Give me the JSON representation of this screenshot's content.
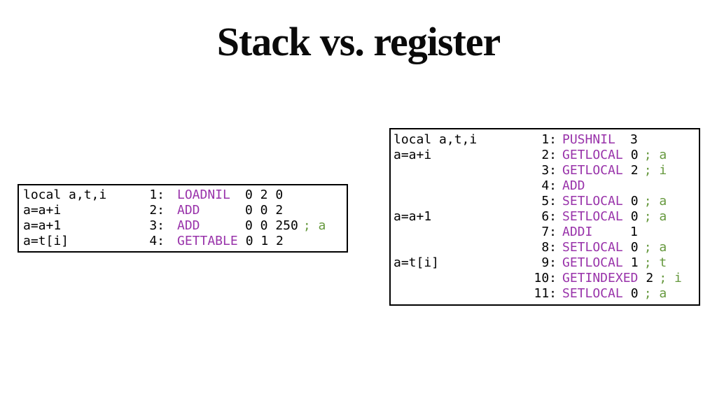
{
  "slide": {
    "title": "Stack vs. register"
  },
  "colors": {
    "background": "#ffffff",
    "text": "#000000",
    "opcode": "#9933aa",
    "comment": "#66993e",
    "box_border": "#000000"
  },
  "register_code": {
    "lines": [
      {
        "src": "local a,t,i",
        "num": "1:",
        "op": "LOADNIL",
        "args": "0 2 0",
        "comment": ""
      },
      {
        "src": "a=a+i",
        "num": "2:",
        "op": "ADD",
        "args": "0 0 2",
        "comment": ""
      },
      {
        "src": "a=a+1",
        "num": "3:",
        "op": "ADD",
        "args": "0 0 250",
        "comment": "; a"
      },
      {
        "src": "a=t[i]",
        "num": "4:",
        "op": "GETTABLE",
        "args": "0 1 2",
        "comment": ""
      }
    ]
  },
  "stack_code": {
    "lines": [
      {
        "src": "local a,t,i",
        "num": "1:",
        "op": "PUSHNIL",
        "args": "3",
        "comment": ""
      },
      {
        "src": "a=a+i",
        "num": "2:",
        "op": "GETLOCAL",
        "args": "0",
        "comment": "; a"
      },
      {
        "src": "",
        "num": "3:",
        "op": "GETLOCAL",
        "args": "2",
        "comment": "; i"
      },
      {
        "src": "",
        "num": "4:",
        "op": "ADD",
        "args": "",
        "comment": ""
      },
      {
        "src": "",
        "num": "5:",
        "op": "SETLOCAL",
        "args": "0",
        "comment": "; a"
      },
      {
        "src": "a=a+1",
        "num": "6:",
        "op": "SETLOCAL",
        "args": "0",
        "comment": "; a"
      },
      {
        "src": "",
        "num": "7:",
        "op": "ADDI",
        "args": "1",
        "comment": ""
      },
      {
        "src": "",
        "num": "8:",
        "op": "SETLOCAL",
        "args": "0",
        "comment": "; a"
      },
      {
        "src": "a=t[i]",
        "num": "9:",
        "op": "GETLOCAL",
        "args": "1",
        "comment": "; t"
      },
      {
        "src": "",
        "num": "10:",
        "op": "GETINDEXED",
        "args": "2",
        "comment": "; i"
      },
      {
        "src": "",
        "num": "11:",
        "op": "SETLOCAL",
        "args": "0",
        "comment": "; a"
      }
    ]
  }
}
